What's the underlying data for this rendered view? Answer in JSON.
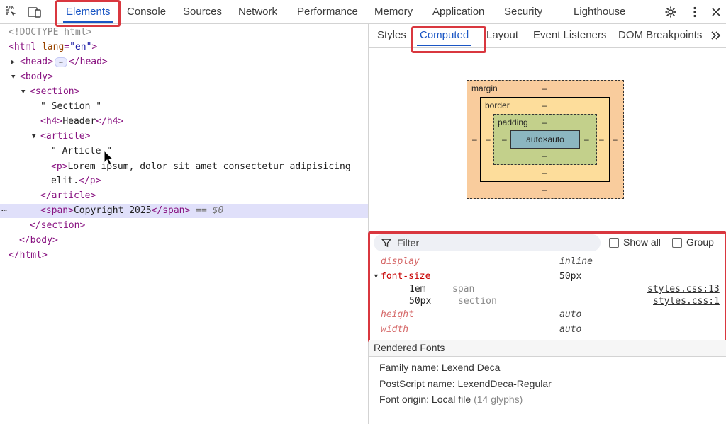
{
  "toolbar": {
    "inspect_icon": "inspect-element-icon",
    "device_icon": "device-toolbar-icon",
    "tabs": [
      "Elements",
      "Console",
      "Sources",
      "Network",
      "Performance",
      "Memory",
      "Application",
      "Security",
      "Lighthouse"
    ],
    "active_tab": "Elements",
    "settings_icon": "gear-icon",
    "more_icon": "kebab-icon",
    "close_icon": "close-icon"
  },
  "dom": {
    "doctype": "<!DOCTYPE html>",
    "html_open_tag": "<html",
    "html_attr": "lang",
    "html_attr_val": "\"en\"",
    "html_open_end": ">",
    "head_open": "<head>",
    "head_close": "</head>",
    "body_open": "<body>",
    "section_open": "<section>",
    "section_text": "\" Section \"",
    "h4_open": "<h4>",
    "h4_text": "Header",
    "h4_close": "</h4>",
    "article_open": "<article>",
    "article_text": "\" Article \"",
    "p_open": "<p>",
    "p_text_1": "Lorem ipsum, dolor sit amet consectetur adipisicing",
    "p_text_2": "elit.",
    "p_close": "</p>",
    "article_close": "</article>",
    "span_open": "<span>",
    "span_text": "Copyright 2025",
    "span_close": "</span>",
    "span_marker": "== $0",
    "section_close": "</section>",
    "body_close": "</body>",
    "html_close": "</html>",
    "row_dots": "…",
    "ellipsis_badge": "…"
  },
  "side_panel": {
    "tabs": [
      "Styles",
      "Computed",
      "Layout",
      "Event Listeners",
      "DOM Breakpoints"
    ],
    "active_tab": "Computed",
    "overflow_icon": "chevron-double-right-icon",
    "box_model": {
      "margin_label": "margin",
      "border_label": "border",
      "padding_label": "padding",
      "content": "auto×auto",
      "dash": "–"
    },
    "filter": {
      "placeholder": "Filter",
      "show_all_label": "Show all",
      "group_label": "Group",
      "show_all_checked": false,
      "group_checked": false
    },
    "properties": {
      "display_name": "display",
      "display_value": "inline",
      "font_size_name": "font-size",
      "font_size_value": "50px",
      "fs_sub1_value": "1em",
      "fs_sub1_selector": "span",
      "fs_sub1_source": "styles.css:13",
      "fs_sub2_value": "50px",
      "fs_sub2_selector": "section",
      "fs_sub2_source": "styles.css:1",
      "height_name": "height",
      "height_value": "auto",
      "width_name": "width",
      "width_value": "auto"
    },
    "rendered_fonts": {
      "title": "Rendered Fonts",
      "family": "Family name: Lexend Deca",
      "postscript": "PostScript name: LexendDeca-Regular",
      "origin": "Font origin: Local file",
      "glyphs": "(14 glyphs)"
    }
  },
  "colors": {
    "highlight": "#d9373f",
    "accent": "#1a56c4"
  }
}
